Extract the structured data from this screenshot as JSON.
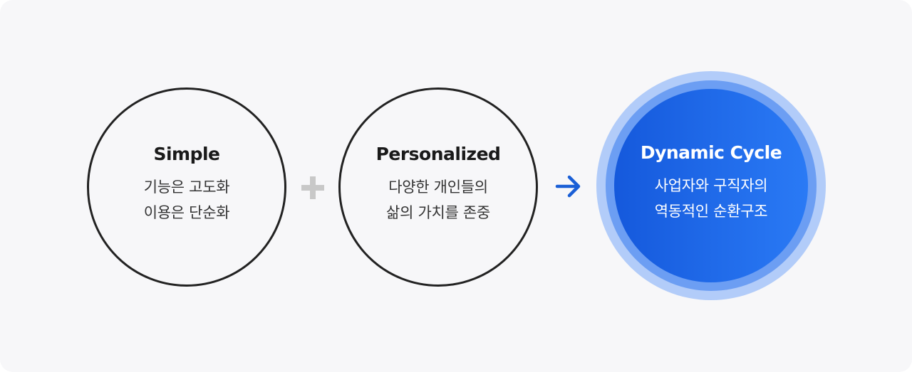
{
  "diagram": {
    "simple": {
      "title": "Simple",
      "lines": [
        "기능은 고도화",
        "이용은 단순화"
      ]
    },
    "personalized": {
      "title": "Personalized",
      "lines": [
        "다양한 개인들의",
        "삶의 가치를 존중"
      ]
    },
    "result": {
      "title": "Dynamic Cycle",
      "lines": [
        "사업자와 구직자의",
        "역동적인 순환구조"
      ]
    },
    "operators": {
      "plus_icon": "plus-icon",
      "arrow_icon": "arrow-right-icon"
    },
    "colors": {
      "panel_background": "#f7f7f9",
      "circle_outline": "#222222",
      "plus": "#c8c8c8",
      "arrow": "#1a5fd6",
      "result_gradient_start": "#1559dc",
      "result_gradient_end": "#2a7af5",
      "result_ring_outer": "#9bbef8",
      "result_ring_mid": "#508cf0"
    }
  }
}
